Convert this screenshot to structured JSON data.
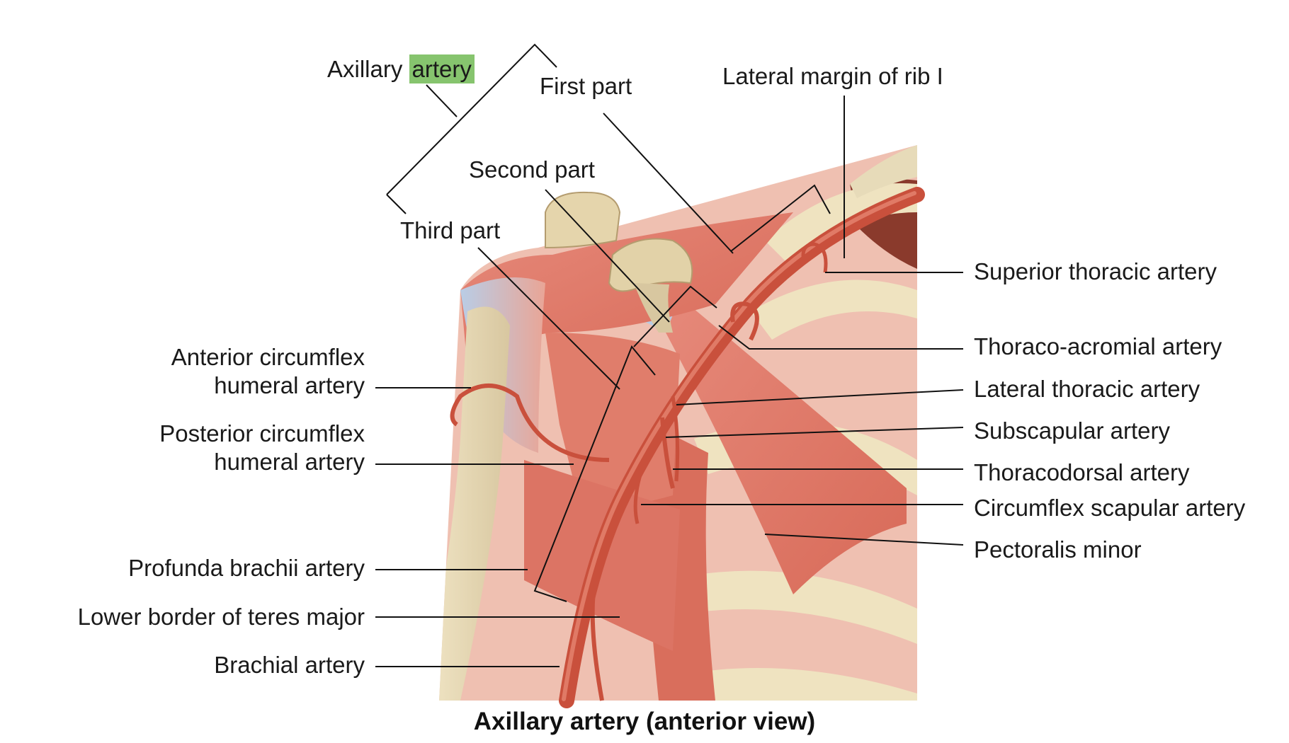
{
  "caption": "Axillary artery (anterior view)",
  "highlight_color": "#86c46e",
  "artery_color": "#c9503c",
  "labels": {
    "axillary_prefix": "Axillary",
    "axillary_highlight": "artery",
    "first_part": "First part",
    "second_part": "Second part",
    "third_part": "Third part",
    "lateral_margin_rib": "Lateral margin of rib I",
    "superior_thoracic": "Superior thoracic artery",
    "thoraco_acromial": "Thoraco-acromial artery",
    "lateral_thoracic": "Lateral thoracic artery",
    "subscapular": "Subscapular artery",
    "thoracodorsal": "Thoracodorsal artery",
    "circumflex_scapular": "Circumflex scapular artery",
    "pectoralis_minor": "Pectoralis minor",
    "anterior_circumflex_1": "Anterior circumflex",
    "anterior_circumflex_2": "humeral artery",
    "posterior_circumflex_1": "Posterior circumflex",
    "posterior_circumflex_2": "humeral artery",
    "profunda_brachii": "Profunda brachii artery",
    "lower_border_teres": "Lower border of teres major",
    "brachial": "Brachial artery"
  }
}
